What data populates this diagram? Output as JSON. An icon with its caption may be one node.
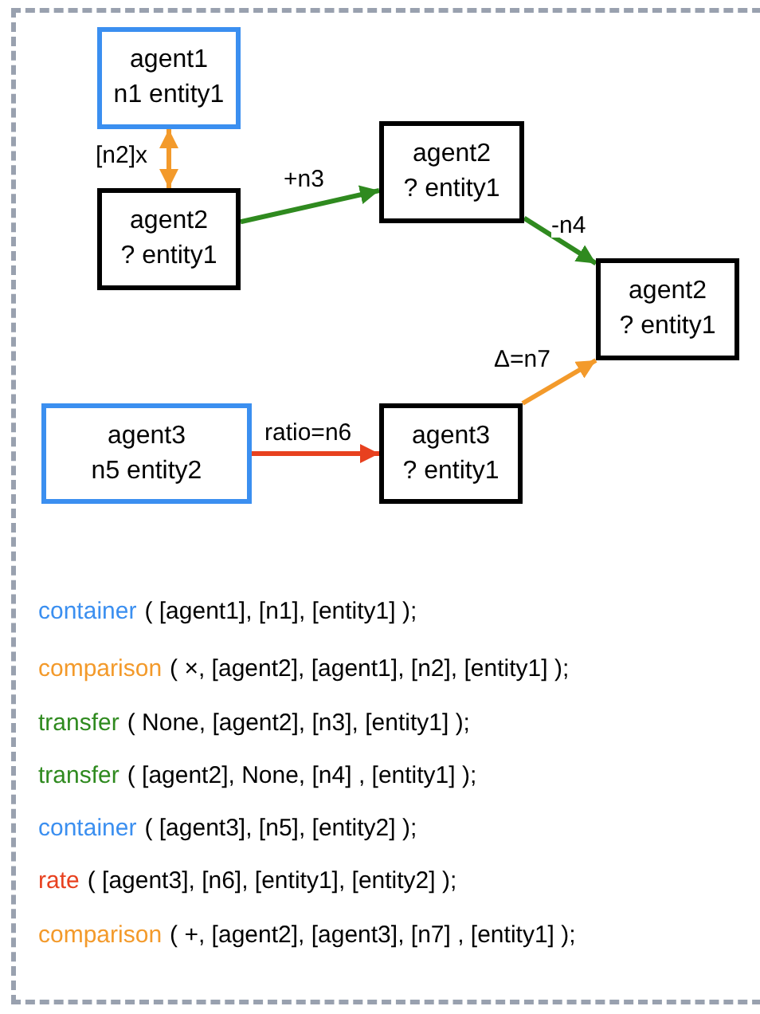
{
  "diagram": {
    "nodes": [
      {
        "text": [
          "agent1",
          "n1 entity1"
        ]
      },
      {
        "text": [
          "agent2",
          "? entity1"
        ]
      },
      {
        "text": [
          "agent2",
          "? entity1"
        ]
      },
      {
        "text": [
          "agent2",
          "? entity1"
        ]
      },
      {
        "text": [
          "agent3",
          "n5 entity2"
        ]
      },
      {
        "text": [
          "agent3",
          "? entity1"
        ]
      }
    ],
    "edges": [
      {
        "from": 1,
        "to": 0,
        "arrow": "both",
        "label": "[n2]x",
        "color": "#f39a2b"
      },
      {
        "from": 1,
        "to": 2,
        "arrow": "to",
        "label": "+n3",
        "color": "#2f8a1f"
      },
      {
        "from": 2,
        "to": 3,
        "arrow": "to",
        "label": "-n4",
        "color": "#2f8a1f"
      },
      {
        "from": 4,
        "to": 5,
        "arrow": "to",
        "label": "ratio=n6",
        "color": "#e8411f"
      },
      {
        "from": 5,
        "to": 3,
        "arrow": "to",
        "label": "Δ=n7",
        "color": "#f39a2b"
      }
    ],
    "labels": [
      "container",
      "( [agent1], [n1], [entity1] );",
      "comparison",
      "( ×, [agent2], [agent1], [n2], [entity1] );",
      "transfer",
      "( None, [agent2], [n3], [entity1] );",
      "transfer",
      "( [agent2], None, [n4] , [entity1] );",
      "container",
      "( [agent3], [n5], [entity2] );",
      "rate",
      "( [agent3], [n6], [entity1], [entity2] );",
      "comparison",
      "( +, [agent2], [agent3], [n7] , [entity1] );"
    ]
  }
}
